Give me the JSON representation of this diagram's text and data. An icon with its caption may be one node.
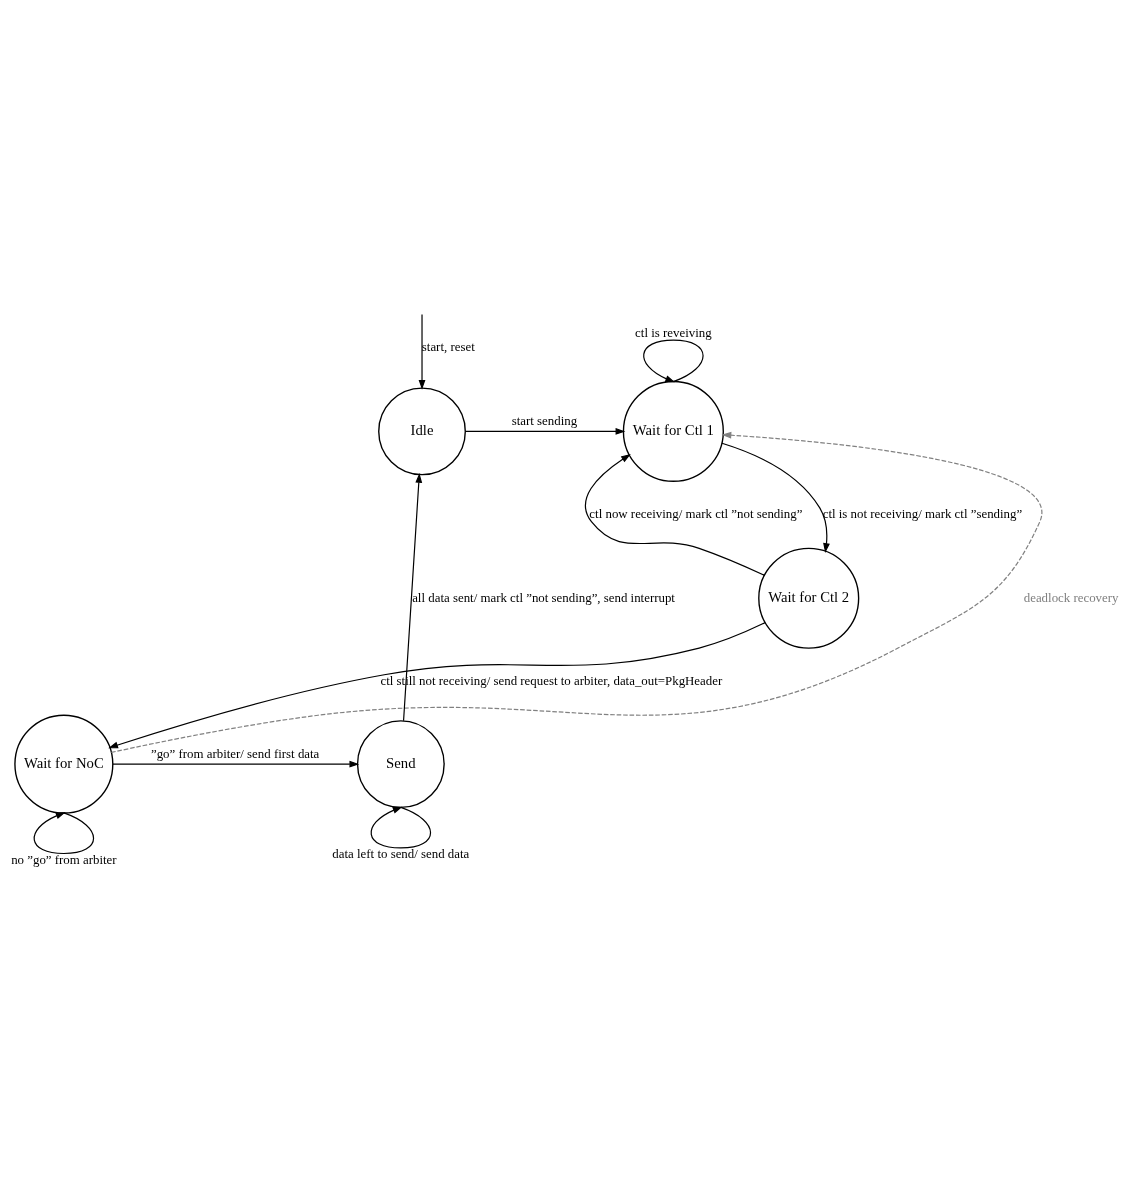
{
  "diagram": {
    "nodes": [
      {
        "text": [
          "Idle"
        ]
      },
      {
        "text": [
          "Wait for Ctl 1"
        ]
      },
      {
        "text": [
          "Wait for Ctl 2"
        ]
      },
      {
        "text": [
          "Wait for NoC"
        ]
      },
      {
        "text": [
          "Send"
        ]
      }
    ],
    "edges": [
      {
        "from": null,
        "to": 0,
        "arrow": "to",
        "label": "start, reset"
      },
      {
        "from": 0,
        "to": 1,
        "arrow": "to",
        "label": "start sending"
      },
      {
        "from": 1,
        "to": 1,
        "arrow": "to",
        "label": "ctl is reveiving"
      },
      {
        "from": 1,
        "to": 2,
        "arrow": "to",
        "label": "ctl is not receiving/ mark ctl ”sending”"
      },
      {
        "from": 2,
        "to": 1,
        "arrow": "to",
        "label": "ctl now receiving/ mark ctl ”not sending”"
      },
      {
        "from": 2,
        "to": 3,
        "arrow": "to",
        "label": "ctl still not receiving/ send request to arbiter, data_out=PkgHeader"
      },
      {
        "from": 3,
        "to": 1,
        "arrow": "to",
        "label": "deadlock recovery",
        "style": "dashed",
        "color": "#808080"
      },
      {
        "from": 3,
        "to": 4,
        "arrow": "to",
        "label": "”go” from arbiter/ send first data"
      },
      {
        "from": 3,
        "to": 3,
        "arrow": "to",
        "label": "no ”go” from arbiter"
      },
      {
        "from": 4,
        "to": 4,
        "arrow": "to",
        "label": "data left to send/ send data"
      },
      {
        "from": 4,
        "to": 0,
        "arrow": "to",
        "label": "all data sent/ mark ctl ”not sending”, send interrupt"
      }
    ]
  }
}
